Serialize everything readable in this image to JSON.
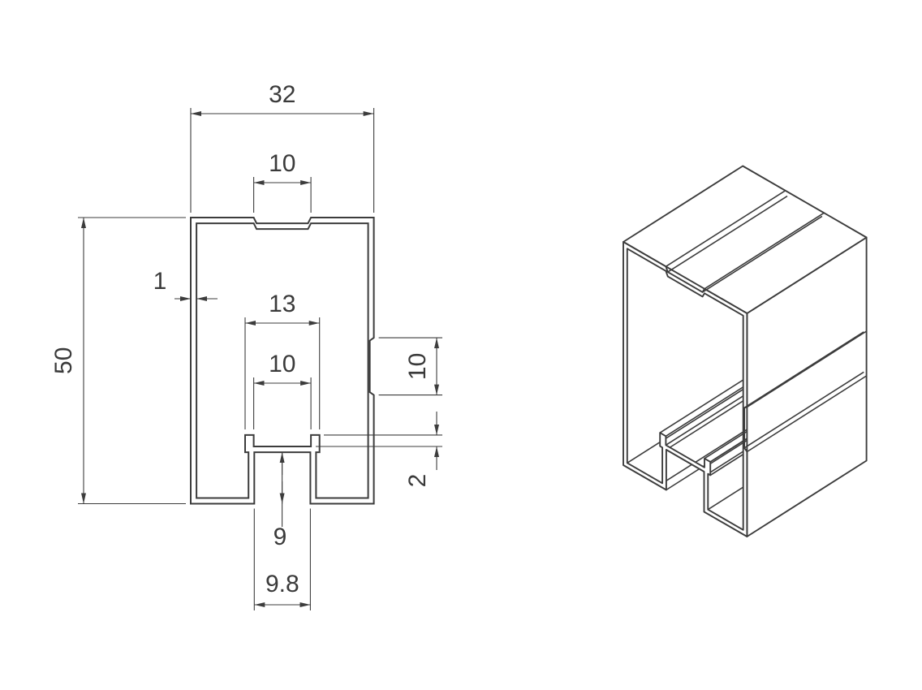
{
  "drawing": {
    "background": "#ffffff",
    "line_color": "#3c3c3c"
  },
  "dimensions": {
    "overall_width": "32",
    "top_slot_width": "10",
    "wall_thickness": "1",
    "overall_height": "50",
    "channel_outer_width": "13",
    "channel_inner_width": "10",
    "side_groove_height": "10",
    "lip_height": "2",
    "bottom_slot_depth": "9",
    "bottom_slot_width": "9.8"
  }
}
